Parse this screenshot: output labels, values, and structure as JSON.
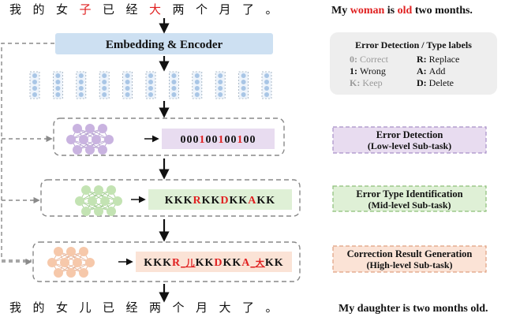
{
  "input": {
    "chars": [
      "我",
      "的",
      "女",
      "子",
      "已",
      "经",
      "大",
      "两",
      "个",
      "月",
      "了",
      "。"
    ],
    "error_char_indices": [
      3,
      6
    ],
    "english_parts": [
      {
        "text": "My ",
        "error": false
      },
      {
        "text": "woman",
        "error": true
      },
      {
        "text": " is ",
        "error": false
      },
      {
        "text": "old",
        "error": true
      },
      {
        "text": " two months.",
        "error": false
      }
    ]
  },
  "encoder": {
    "label": "Embedding & Encoder"
  },
  "embedding_columns": 11,
  "legend": {
    "title": "Error Detection / Type labels",
    "items": [
      {
        "key": "0:",
        "text": "Correct",
        "muted": true
      },
      {
        "key": "R:",
        "text": "Replace",
        "muted": false
      },
      {
        "key": "1:",
        "text": "Wrong",
        "muted": false
      },
      {
        "key": "A:",
        "text": "Add",
        "muted": false
      },
      {
        "key": "K:",
        "text": "Keep",
        "muted": true
      },
      {
        "key": "D:",
        "text": "Delete",
        "muted": false
      }
    ]
  },
  "tasks": [
    {
      "sequence": [
        {
          "t": "0",
          "hl": false
        },
        {
          "t": "0",
          "hl": false
        },
        {
          "t": "0",
          "hl": false
        },
        {
          "t": "1",
          "hl": true
        },
        {
          "t": "0",
          "hl": false
        },
        {
          "t": "0",
          "hl": false
        },
        {
          "t": "1",
          "hl": true
        },
        {
          "t": "0",
          "hl": false
        },
        {
          "t": "0",
          "hl": false
        },
        {
          "t": "1",
          "hl": true
        },
        {
          "t": "0",
          "hl": false
        },
        {
          "t": "0",
          "hl": false
        }
      ],
      "task_title": "Error Detection",
      "task_subtitle": "(Low-level Sub-task)",
      "color": "#e8dcf0",
      "border": "#a890c8",
      "node": "#c9b3e0",
      "edge": "#b09ccc"
    },
    {
      "sequence": [
        {
          "t": "K",
          "hl": false
        },
        {
          "t": "K",
          "hl": false
        },
        {
          "t": "K",
          "hl": false
        },
        {
          "t": "R",
          "hl": true
        },
        {
          "t": "K",
          "hl": false
        },
        {
          "t": "K",
          "hl": false
        },
        {
          "t": "D",
          "hl": true
        },
        {
          "t": "K",
          "hl": false
        },
        {
          "t": "K",
          "hl": false
        },
        {
          "t": "A",
          "hl": true
        },
        {
          "t": "K",
          "hl": false
        },
        {
          "t": "K",
          "hl": false
        }
      ],
      "task_title": "Error Type Identification",
      "task_subtitle": "(Mid-level Sub-task)",
      "color": "#dff0d6",
      "border": "#8cbf78",
      "node": "#c3e3b3",
      "edge": "#9cc98a"
    },
    {
      "sequence": [
        {
          "t": "K",
          "hl": false
        },
        {
          "t": "K",
          "hl": false
        },
        {
          "t": "K",
          "hl": false
        },
        {
          "t": "R_儿",
          "hl": true
        },
        {
          "t": "K",
          "hl": false
        },
        {
          "t": "K",
          "hl": false
        },
        {
          "t": "D",
          "hl": true
        },
        {
          "t": "K",
          "hl": false
        },
        {
          "t": "K",
          "hl": false
        },
        {
          "t": "A_大",
          "hl": true
        },
        {
          "t": "K",
          "hl": false
        },
        {
          "t": "K",
          "hl": false
        }
      ],
      "task_title": "Correction Result Generation",
      "task_subtitle": "(High-level Sub-task)",
      "color": "#fbe3d6",
      "border": "#e0a080",
      "node": "#f6c8aa",
      "edge": "#e4b094"
    }
  ],
  "output": {
    "chars": [
      "我",
      "的",
      "女",
      "儿",
      "已",
      "经",
      "两",
      "个",
      "月",
      "大",
      "了",
      "。"
    ],
    "english": "My daughter is two months old."
  },
  "colors": {
    "error": "#e02020",
    "text": "#111111",
    "muted": "#9a9a9a",
    "dash": "#8a8a8a"
  }
}
